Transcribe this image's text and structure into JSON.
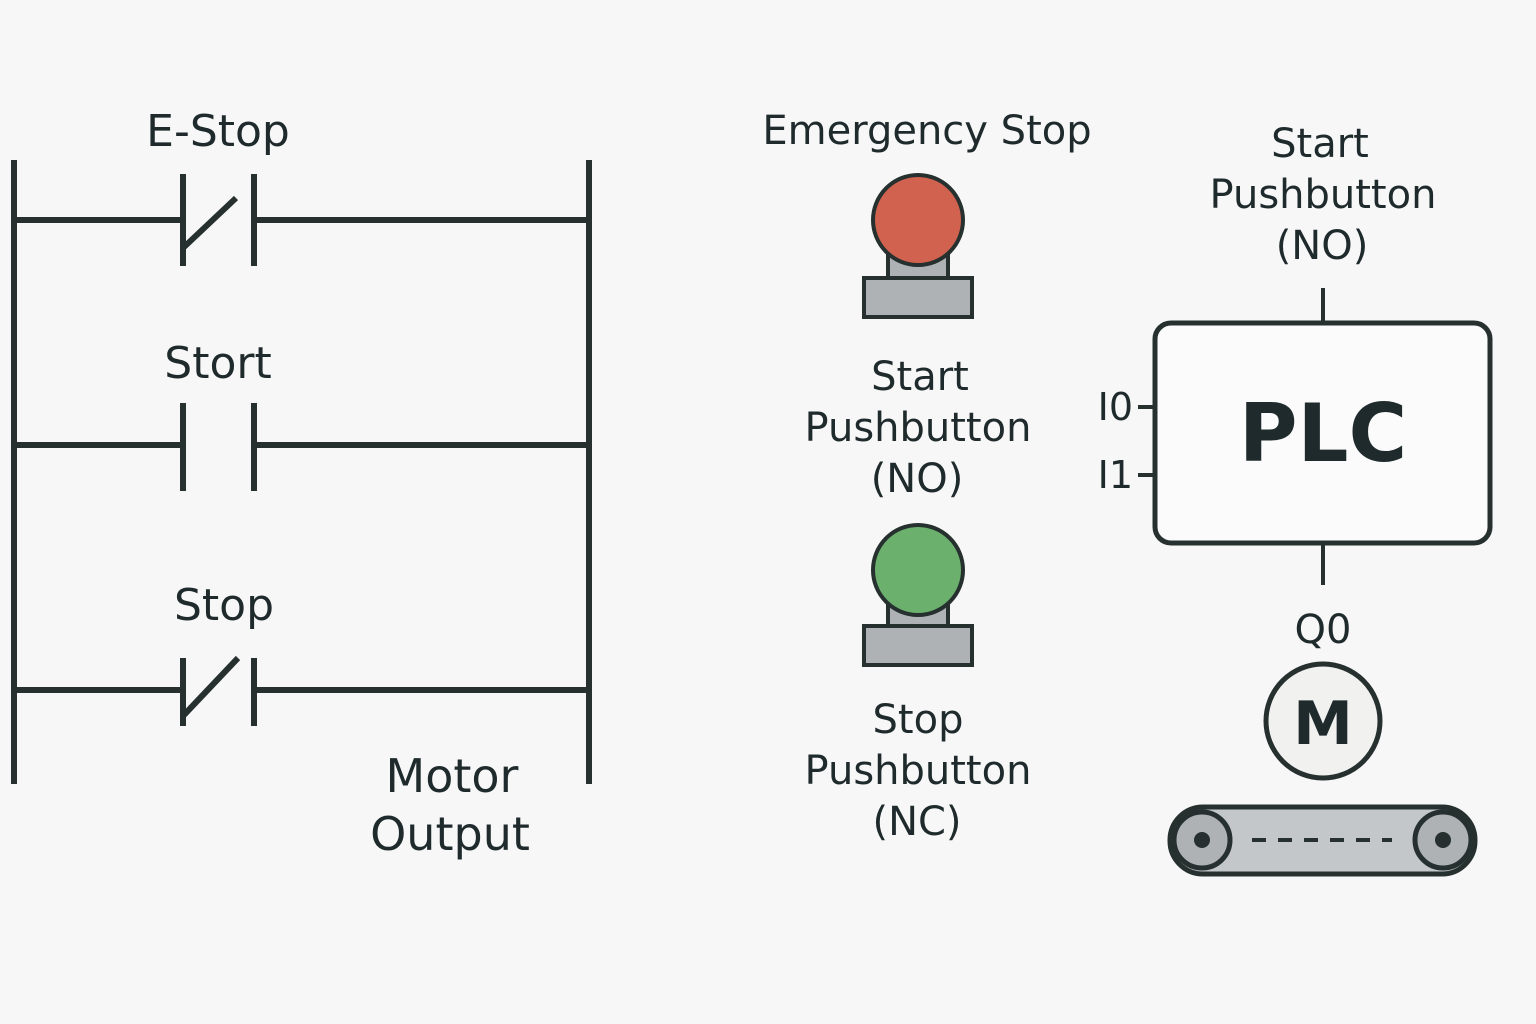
{
  "ladder": {
    "rungs": [
      {
        "label": "E-Stop",
        "contact": "normally-closed"
      },
      {
        "label": "Stort",
        "contact": "normally-open"
      },
      {
        "label": "Stop",
        "contact": "normally-closed"
      }
    ],
    "output_label_line1": "Motor",
    "output_label_line2": "Output"
  },
  "devices": {
    "emergency_stop_title": "Emergency Stop",
    "start_label": [
      "Start",
      "Pushbutton",
      "(NO)"
    ],
    "stop_label": [
      "Stop",
      "Pushbutton",
      "(NC)"
    ],
    "colors": {
      "emergency_button": "#d0624f",
      "start_button": "#6bb06d",
      "base": "#aeb2b5"
    }
  },
  "plc": {
    "top_label": [
      "Start",
      "Pushbutton",
      "(NO)"
    ],
    "title": "PLC",
    "input_0": "I0",
    "input_1": "I1",
    "output": "Q0",
    "motor_symbol": "M"
  },
  "conveyor": {
    "icon": "conveyor-belt-icon"
  }
}
